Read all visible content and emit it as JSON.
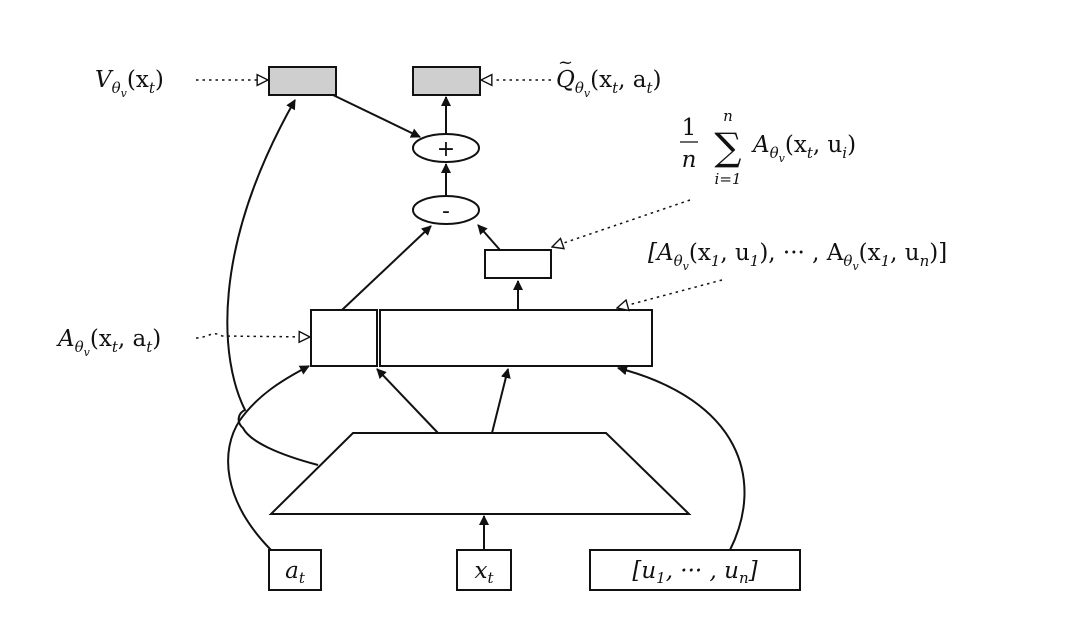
{
  "labels": {
    "v_out": {
      "base": "V",
      "sub": "θ",
      "sub2": "v",
      "arg": "(x",
      "argsub": "t",
      "close": ")"
    },
    "q_out": {
      "base": "Q",
      "tilde": "~",
      "sub": "θ",
      "sub2": "v",
      "arg": "(x",
      "argsub": "t",
      "mid": ", a",
      "midsub": "t",
      "close": ")"
    },
    "mean_adv": {
      "frac_num": "1",
      "frac_den": "n",
      "sum": "∑",
      "sum_top": "n",
      "sum_bot": "i=1",
      "term": "A",
      "sub": "θ",
      "sub2": "v",
      "arg": "(x",
      "argsub": "t",
      "mid": ", u",
      "midsub": "i",
      "close": ")"
    },
    "adv_vector": {
      "text1": "[A",
      "sub": "θ",
      "sub2": "v",
      "arg1": "(x",
      "arg1sub": "1",
      "mid1": ", u",
      "mid1sub": "1",
      "sep": "), ··· , A",
      "sub_b": "θ",
      "sub2_b": "v",
      "arg2": "(x",
      "arg2sub": "1",
      "mid2": ", u",
      "mid2sub": "n",
      "close": ")]"
    },
    "adv_action": {
      "base": "A",
      "sub": "θ",
      "sub2": "v",
      "arg": "(x",
      "argsub": "t",
      "mid": ", a",
      "midsub": "t",
      "close": ")"
    }
  },
  "ops": {
    "plus": "+",
    "minus": "-"
  },
  "inputs": {
    "action": {
      "base": "a",
      "sub": "t"
    },
    "state": {
      "base": "x",
      "sub": "t"
    },
    "candidates": {
      "open": "[u",
      "sub1": "1",
      "mid": ", ··· , u",
      "subn": "n",
      "close": "]"
    }
  },
  "colors": {
    "stroke": "#111111",
    "output_fill": "#cfcfcf",
    "box_fill": "#ffffff"
  }
}
